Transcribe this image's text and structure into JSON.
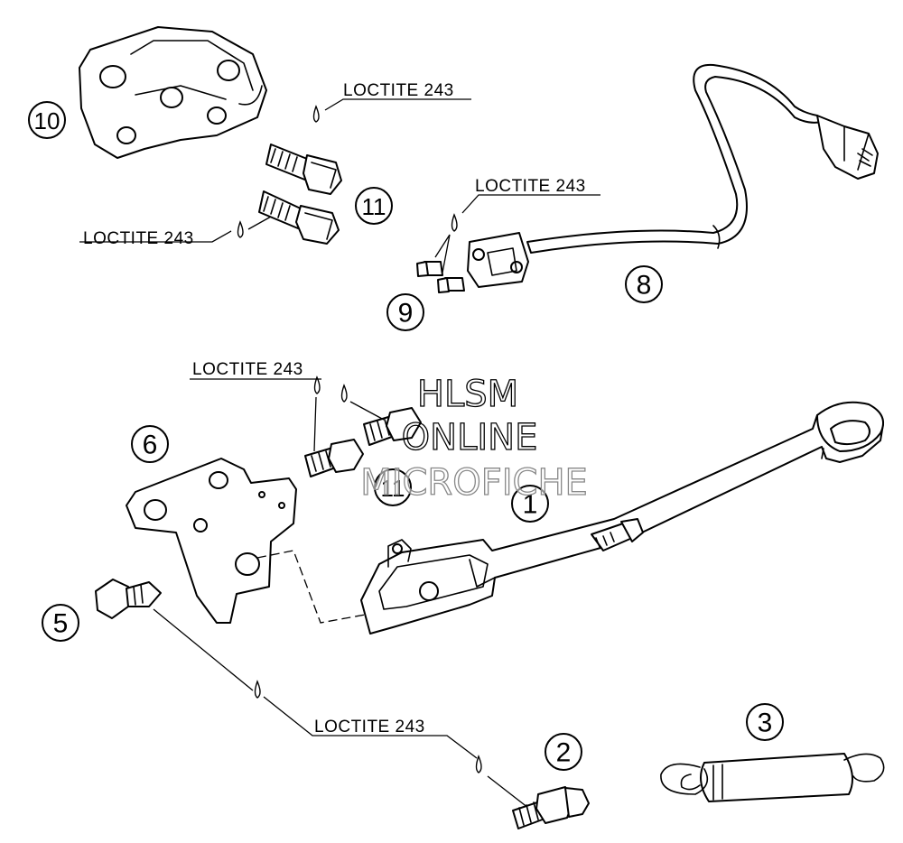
{
  "callouts": {
    "c1": "1",
    "c2": "2",
    "c3": "3",
    "c5": "5",
    "c6": "6",
    "c8": "8",
    "c9": "9",
    "c10": "10",
    "c11a": "11",
    "c11b": "11"
  },
  "notes": {
    "loctite": "LOCTITE 243"
  },
  "watermark": {
    "line1": "HLSM",
    "line2": "ONLINE",
    "line3": "MICROFICHE"
  }
}
